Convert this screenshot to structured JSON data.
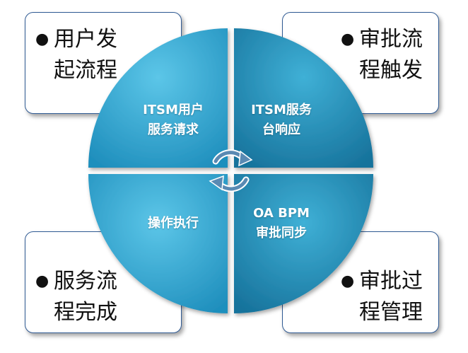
{
  "boxes": {
    "top_left": {
      "line1": "用户发",
      "line2": "起流程"
    },
    "top_right": {
      "line1": "审批流",
      "line2": "程触发"
    },
    "bottom_left": {
      "line1": "服务流",
      "line2": "程完成"
    },
    "bottom_right": {
      "line1": "审批过",
      "line2": "程管理"
    }
  },
  "quadrants": {
    "top_left": {
      "line1": "ITSM用户",
      "line2": "服务请求"
    },
    "top_right": {
      "line1": "ITSM服务",
      "line2": "台响应"
    },
    "bottom_left": {
      "line1": "操作执行"
    },
    "bottom_right": {
      "line1": "OA BPM",
      "line2": "审批同步"
    }
  },
  "colors": {
    "box_border": "#2f5a93",
    "quad_light": "#29a3cf",
    "quad_dark": "#1f8ab4",
    "arrow": "#4d7ea8"
  }
}
